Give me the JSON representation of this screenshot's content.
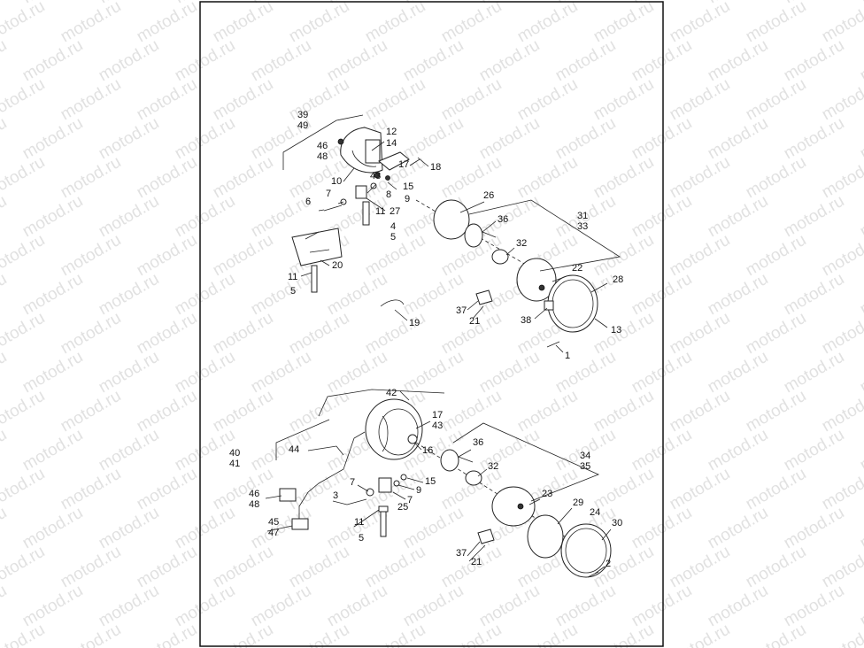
{
  "watermark": {
    "text": "motod.ru"
  },
  "diagram": {
    "labels": [
      {
        "id": "l39",
        "text": "39"
      },
      {
        "id": "l49",
        "text": "49"
      },
      {
        "id": "l12",
        "text": "12"
      },
      {
        "id": "l14",
        "text": "14"
      },
      {
        "id": "l46a",
        "text": "46"
      },
      {
        "id": "l48a",
        "text": "48"
      },
      {
        "id": "l17a",
        "text": "17"
      },
      {
        "id": "l18",
        "text": "18"
      },
      {
        "id": "l10",
        "text": "10"
      },
      {
        "id": "l43a",
        "text": "43"
      },
      {
        "id": "l15a",
        "text": "15"
      },
      {
        "id": "l7a",
        "text": "7"
      },
      {
        "id": "l8",
        "text": "8"
      },
      {
        "id": "l9a",
        "text": "9"
      },
      {
        "id": "l6",
        "text": "6"
      },
      {
        "id": "l11a",
        "text": "11"
      },
      {
        "id": "l27",
        "text": "27"
      },
      {
        "id": "l26",
        "text": "26"
      },
      {
        "id": "l36a",
        "text": "36"
      },
      {
        "id": "l31",
        "text": "31"
      },
      {
        "id": "l33",
        "text": "33"
      },
      {
        "id": "l4",
        "text": "4"
      },
      {
        "id": "l5a",
        "text": "5"
      },
      {
        "id": "l32a",
        "text": "32"
      },
      {
        "id": "l20",
        "text": "20"
      },
      {
        "id": "l22",
        "text": "22"
      },
      {
        "id": "l28",
        "text": "28"
      },
      {
        "id": "l11b",
        "text": "11"
      },
      {
        "id": "l5b",
        "text": "5"
      },
      {
        "id": "l37a",
        "text": "37"
      },
      {
        "id": "l21a",
        "text": "21"
      },
      {
        "id": "l38",
        "text": "38"
      },
      {
        "id": "l19",
        "text": "19"
      },
      {
        "id": "l13",
        "text": "13"
      },
      {
        "id": "l1",
        "text": "1"
      },
      {
        "id": "l42",
        "text": "42"
      },
      {
        "id": "l17b",
        "text": "17"
      },
      {
        "id": "l43b",
        "text": "43"
      },
      {
        "id": "l16",
        "text": "16"
      },
      {
        "id": "l36b",
        "text": "36"
      },
      {
        "id": "l34",
        "text": "34"
      },
      {
        "id": "l35",
        "text": "35"
      },
      {
        "id": "l40",
        "text": "40"
      },
      {
        "id": "l41",
        "text": "41"
      },
      {
        "id": "l44",
        "text": "44"
      },
      {
        "id": "l32b",
        "text": "32"
      },
      {
        "id": "l15b",
        "text": "15"
      },
      {
        "id": "l7b",
        "text": "7"
      },
      {
        "id": "l9b",
        "text": "9"
      },
      {
        "id": "l7c",
        "text": "7"
      },
      {
        "id": "l25",
        "text": "25"
      },
      {
        "id": "l23",
        "text": "23"
      },
      {
        "id": "l3",
        "text": "3"
      },
      {
        "id": "l46b",
        "text": "46"
      },
      {
        "id": "l48b",
        "text": "48"
      },
      {
        "id": "l29",
        "text": "29"
      },
      {
        "id": "l24",
        "text": "24"
      },
      {
        "id": "l30",
        "text": "30"
      },
      {
        "id": "l11c",
        "text": "11"
      },
      {
        "id": "l45",
        "text": "45"
      },
      {
        "id": "l47",
        "text": "47"
      },
      {
        "id": "l5c",
        "text": "5"
      },
      {
        "id": "l37b",
        "text": "37"
      },
      {
        "id": "l21b",
        "text": "21"
      },
      {
        "id": "l2",
        "text": "2"
      }
    ]
  }
}
